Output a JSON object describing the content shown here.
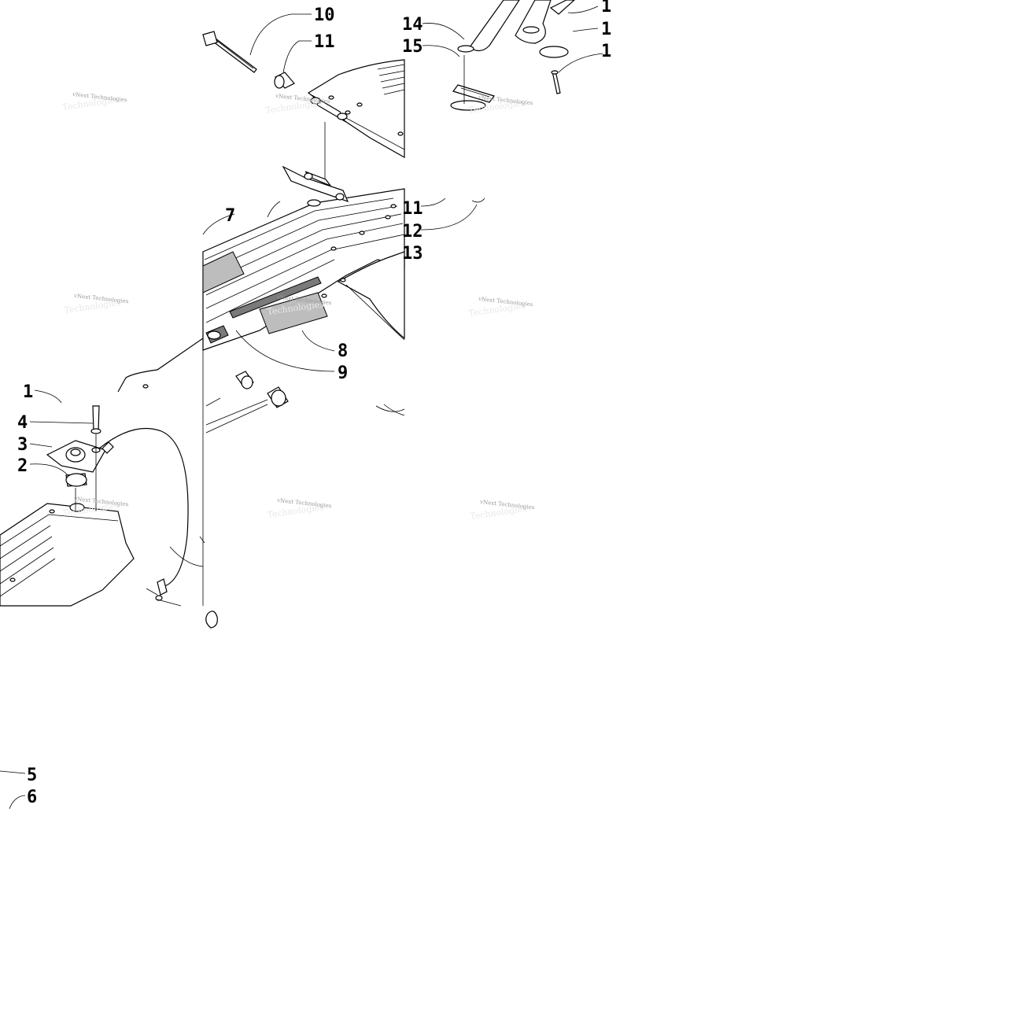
{
  "callouts": {
    "c1": "1",
    "c2": "2",
    "c3": "3",
    "c4": "4",
    "c5": "5",
    "c6": "6",
    "c7": "7",
    "c8": "8",
    "c9": "9",
    "c10": "10",
    "c11a": "11",
    "c11b": "11",
    "c12": "12",
    "c13": "13",
    "c14": "14",
    "c15": "15",
    "e1": "1",
    "e2": "1",
    "e3": "1"
  },
  "watermark": {
    "text": "vNext Technologies",
    "ghost": "Technologies"
  },
  "colors": {
    "line": "#000000",
    "background": "#ffffff",
    "watermark": "#9a9a9a"
  }
}
